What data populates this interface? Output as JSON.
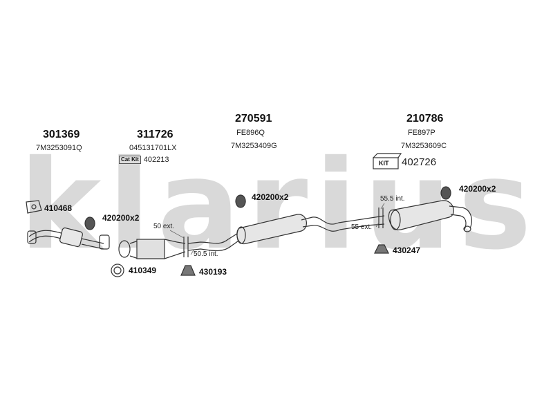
{
  "brand": {
    "watermark": "klarius"
  },
  "groups": [
    {
      "code": "301369",
      "oem": "7M3253091Q"
    },
    {
      "code": "311726",
      "oem": "045131701LX"
    },
    {
      "code": "270591",
      "ref": "FE896Q",
      "oem": "7M3253409G"
    },
    {
      "code": "210786",
      "ref": "FE897P",
      "oem": "7M3253609C"
    }
  ],
  "cat_kit": {
    "label": "Cat Kit",
    "code": "402213"
  },
  "kit": {
    "label": "KIT",
    "code": "402726"
  },
  "parts": {
    "p410468": "410468",
    "p420200_front": "420200x2",
    "p420200_mid": "420200x2",
    "p420200_rear": "420200x2",
    "p410349": "410349",
    "p430193": "430193",
    "p430247": "430247"
  },
  "notes": {
    "ext50": "50 ext.",
    "int50_5": "50.5 int.",
    "int55_5": "55.5 int.",
    "ext55": "55 ext."
  }
}
